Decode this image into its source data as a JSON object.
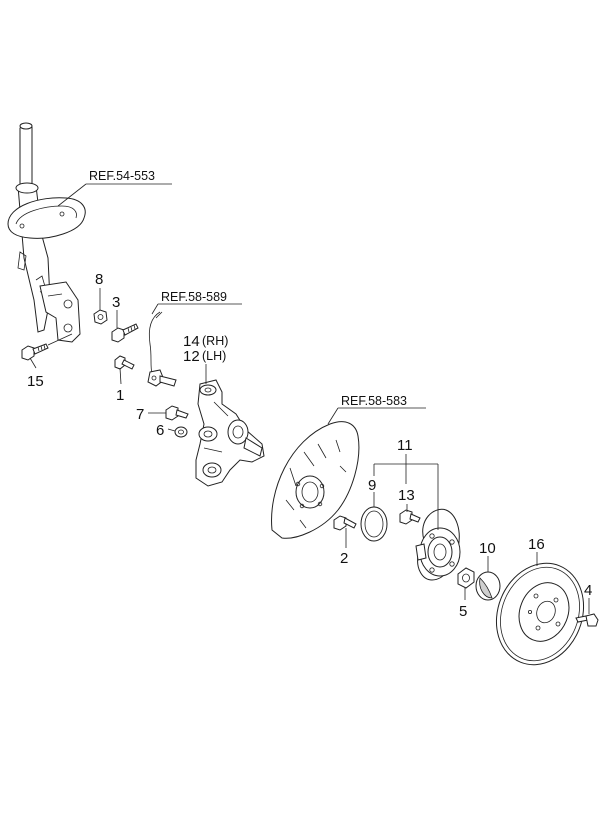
{
  "references": {
    "ref_54_553": "REF.54-553",
    "ref_58_589": "REF.58-589",
    "ref_58_583": "REF.58-583"
  },
  "callouts": {
    "c1": "1",
    "c2": "2",
    "c3": "3",
    "c4": "4",
    "c5": "5",
    "c6": "6",
    "c7": "7",
    "c8": "8",
    "c9": "9",
    "c10": "10",
    "c11": "11",
    "c12": "12",
    "c12_side": "(LH)",
    "c13": "13",
    "c14": "14",
    "c14_side": "(RH)",
    "c15": "15",
    "c16": "16"
  }
}
